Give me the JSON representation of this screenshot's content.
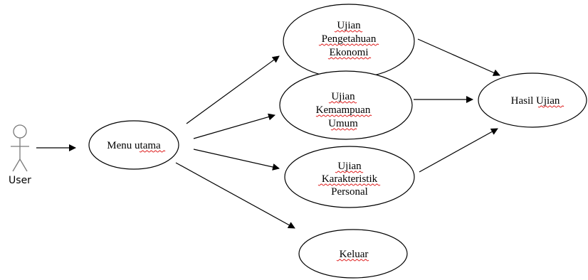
{
  "actor": {
    "label": "User"
  },
  "use_cases": {
    "menu_utama": {
      "lines": [
        "Menu utama"
      ]
    },
    "ujian_pengetahuan_ekonomi": {
      "lines": [
        "Ujian",
        "Pengetahuan",
        "Ekonomi"
      ]
    },
    "ujian_kemampuan_umum": {
      "lines": [
        "Ujian",
        "Kemampuan",
        "Umum"
      ]
    },
    "ujian_karakteristik_personal": {
      "lines": [
        "Ujian",
        "Karakteristik",
        "Personal"
      ]
    },
    "keluar": {
      "lines": [
        "Keluar"
      ]
    },
    "hasil_ujian": {
      "lines": [
        "Hasil Ujian"
      ]
    }
  },
  "edges": [
    {
      "from": "user",
      "to": "menu_utama"
    },
    {
      "from": "menu_utama",
      "to": "ujian_pengetahuan_ekonomi"
    },
    {
      "from": "menu_utama",
      "to": "ujian_kemampuan_umum"
    },
    {
      "from": "menu_utama",
      "to": "ujian_karakteristik_personal"
    },
    {
      "from": "menu_utama",
      "to": "keluar"
    },
    {
      "from": "ujian_pengetahuan_ekonomi",
      "to": "hasil_ujian"
    },
    {
      "from": "ujian_kemampuan_umum",
      "to": "hasil_ujian"
    },
    {
      "from": "ujian_karakteristik_personal",
      "to": "hasil_ujian"
    }
  ]
}
